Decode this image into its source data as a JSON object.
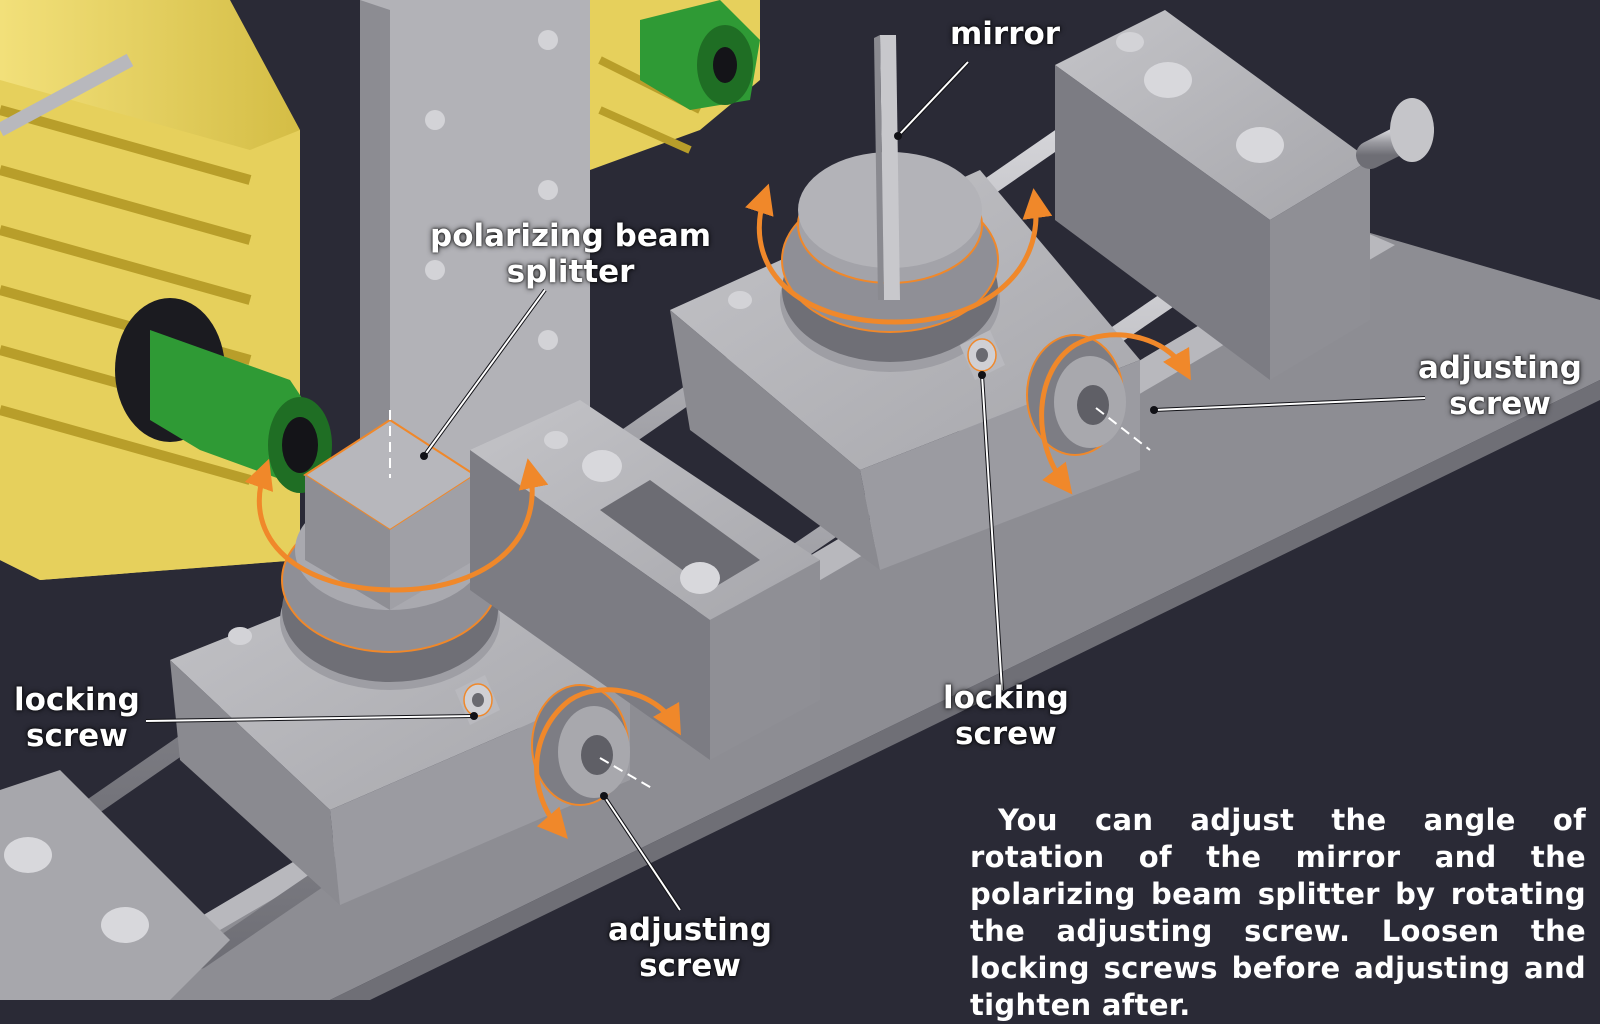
{
  "labels": {
    "mirror": "mirror",
    "pbs_line1": "polarizing beam",
    "pbs_line2": "splitter",
    "locking_screw_left_line1": "locking",
    "locking_screw_left_line2": "screw",
    "locking_screw_right_line1": "locking",
    "locking_screw_right_line2": "screw",
    "adjusting_screw_right_line1": "adjusting",
    "adjusting_screw_right_line2": "screw",
    "adjusting_screw_bottom_line1": "adjusting",
    "adjusting_screw_bottom_line2": "screw"
  },
  "caption": "You can adjust the angle of rotation of the mirror and the polarizing beam splitter by rotating the adjusting screw. Loosen the locking screws before adjusting and tighten after.",
  "colors": {
    "background": "#2a2a36",
    "metal": "#a9a9ad",
    "heatsink": "#e4cf5a",
    "knob": "#2f9a35",
    "arrow": "#f0882a",
    "text": "#ffffff"
  }
}
